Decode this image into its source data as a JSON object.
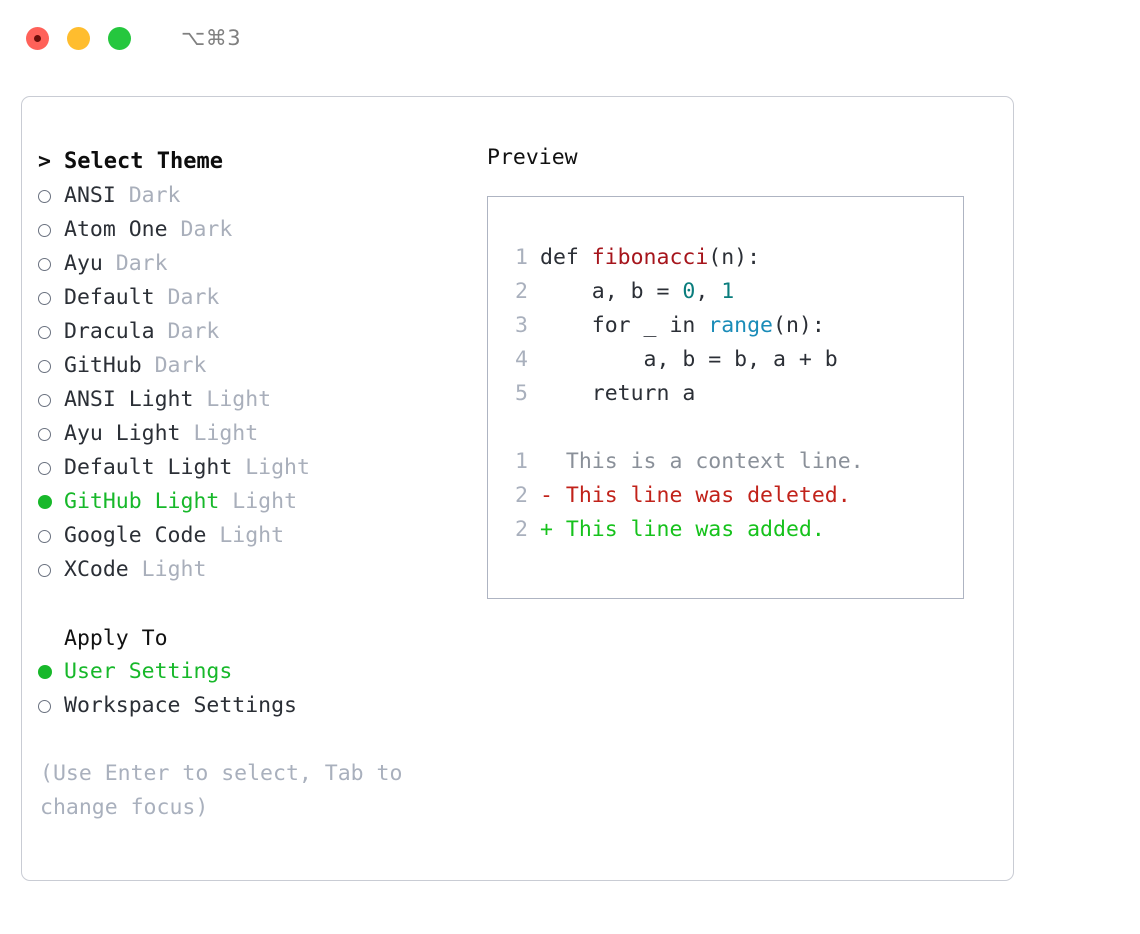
{
  "titlebar": {
    "shortcut": "⌥⌘3",
    "lights": [
      "close",
      "minimize",
      "maximize"
    ]
  },
  "left_pane": {
    "header": {
      "caret": ">",
      "title": "Select Theme"
    },
    "themes": [
      {
        "name": "ANSI",
        "kind": "Dark",
        "selected": false
      },
      {
        "name": "Atom One",
        "kind": "Dark",
        "selected": false
      },
      {
        "name": "Ayu",
        "kind": "Dark",
        "selected": false
      },
      {
        "name": "Default",
        "kind": "Dark",
        "selected": false
      },
      {
        "name": "Dracula",
        "kind": "Dark",
        "selected": false
      },
      {
        "name": "GitHub",
        "kind": "Dark",
        "selected": false
      },
      {
        "name": "ANSI Light",
        "kind": "Light",
        "selected": false
      },
      {
        "name": "Ayu Light",
        "kind": "Light",
        "selected": false
      },
      {
        "name": "Default Light",
        "kind": "Light",
        "selected": false
      },
      {
        "name": "GitHub Light",
        "kind": "Light",
        "selected": true
      },
      {
        "name": "Google Code",
        "kind": "Light",
        "selected": false
      },
      {
        "name": "XCode",
        "kind": "Light",
        "selected": false
      }
    ],
    "apply_to": {
      "title": "Apply To",
      "options": [
        {
          "label": "User Settings",
          "selected": true
        },
        {
          "label": "Workspace Settings",
          "selected": false
        }
      ]
    },
    "hint": "(Use Enter to select, Tab to change focus)"
  },
  "preview": {
    "label": "Preview",
    "code_lines": [
      {
        "no": "1",
        "parts": [
          {
            "t": "def ",
            "c": "plain"
          },
          {
            "t": "fibonacci",
            "c": "fn"
          },
          {
            "t": "(n):",
            "c": "plain"
          }
        ]
      },
      {
        "no": "2",
        "parts": [
          {
            "t": "    a, b = ",
            "c": "plain"
          },
          {
            "t": "0",
            "c": "num"
          },
          {
            "t": ", ",
            "c": "plain"
          },
          {
            "t": "1",
            "c": "num"
          }
        ]
      },
      {
        "no": "3",
        "parts": [
          {
            "t": "    for _ in ",
            "c": "plain"
          },
          {
            "t": "range",
            "c": "call"
          },
          {
            "t": "(n):",
            "c": "plain"
          }
        ]
      },
      {
        "no": "4",
        "parts": [
          {
            "t": "        a, b = b, a + b",
            "c": "plain"
          }
        ]
      },
      {
        "no": "5",
        "parts": [
          {
            "t": "    return a",
            "c": "plain"
          }
        ]
      }
    ],
    "diff_lines": [
      {
        "no": "1",
        "marker": " ",
        "text": "This is a context line.",
        "kind": "ctx"
      },
      {
        "no": "2",
        "marker": "-",
        "text": "This line was deleted.",
        "kind": "del"
      },
      {
        "no": "2",
        "marker": "+",
        "text": "This line was added.",
        "kind": "add"
      }
    ]
  },
  "colors": {
    "accent_green": "#17b82a",
    "muted": "#a9b0bd",
    "text": "#2b2f36",
    "fn_red": "#a6151c",
    "num_teal": "#0a7d7d",
    "call_blue": "#1a8cb8",
    "diff_del": "#c1221a",
    "diff_add": "#16c21c",
    "border": "#c9ccd4"
  }
}
